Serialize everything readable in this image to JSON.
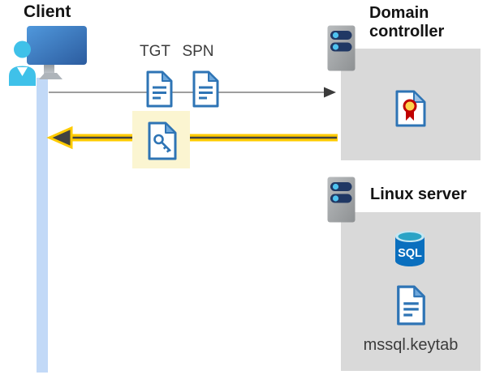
{
  "client": {
    "label": "Client",
    "icon": "client-user-monitor-icon"
  },
  "tickets": {
    "tgt_label": "TGT",
    "spn_label": "SPN",
    "icon": "document-icon"
  },
  "response": {
    "icon": "key-document-icon",
    "highlighted": true
  },
  "domain_controller": {
    "label": "Domain controller",
    "server_icon": "server-icon",
    "content_icon": "certificate-icon"
  },
  "linux_server": {
    "label": "Linux server",
    "server_icon": "server-icon",
    "sql_label": "SQL",
    "database_icon": "sql-database-icon",
    "keytab_icon": "document-icon",
    "keytab_label": "mssql.keytab"
  },
  "colors": {
    "panel_gray": "#D9D9D9",
    "highlight_yellow": "#FBF5D1",
    "arrow_yellow": "#FFCB00",
    "arrow_dark": "#3F3F3F",
    "request_arrow_gray": "#7F7F7F",
    "client_bar_blue": "#C2D9F7",
    "doc_blue": "#2E74B5",
    "doc_fold_blue": "#6FA8DC",
    "sql_body_blue": "#0A6FBE",
    "server_bar_navy": "#203864",
    "server_dot_cyan": "#4FC3F0",
    "seal_red": "#C00000",
    "seal_yellow": "#FFD34D",
    "person_cyan": "#3FC1E9"
  }
}
